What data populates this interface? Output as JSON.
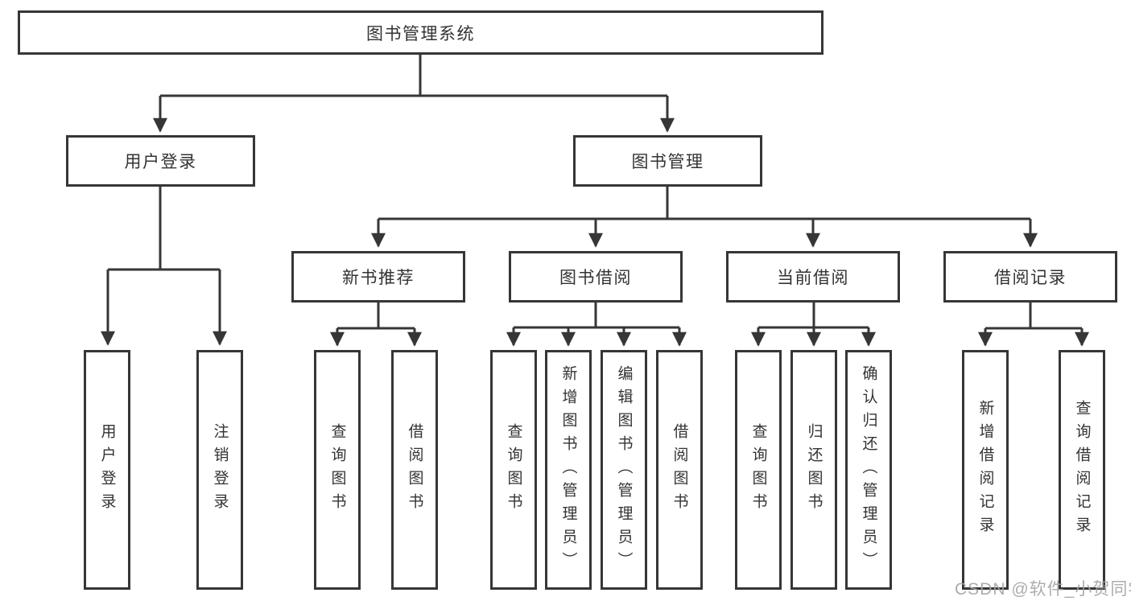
{
  "nodes": {
    "root": {
      "label": "图书管理系统"
    },
    "userLogin": {
      "label": "用户登录",
      "children": [
        {
          "label": "用户登录"
        },
        {
          "label": "注销登录"
        }
      ]
    },
    "bookMgmt": {
      "label": "图书管理"
    },
    "newBookRec": {
      "label": "新书推荐",
      "children": [
        {
          "label": "查询图书"
        },
        {
          "label": "借阅图书"
        }
      ]
    },
    "bookBorrow": {
      "label": "图书借阅",
      "children": [
        {
          "label": "查询图书"
        },
        {
          "label": "新增图书（管理员）"
        },
        {
          "label": "编辑图书（管理员）"
        },
        {
          "label": "借阅图书"
        }
      ]
    },
    "currentBorrow": {
      "label": "当前借阅",
      "children": [
        {
          "label": "查询图书"
        },
        {
          "label": "归还图书"
        },
        {
          "label": "确认归还（管理员）"
        }
      ]
    },
    "borrowRecords": {
      "label": "借阅记录",
      "children": [
        {
          "label": "新增借阅记录"
        },
        {
          "label": "查询借阅记录"
        }
      ]
    }
  },
  "watermark": "CSDN @软件_小贺同学",
  "colors": {
    "line": "#363636",
    "text": "#333333",
    "background": "#ffffff",
    "watermark": "#a8a3a3"
  }
}
